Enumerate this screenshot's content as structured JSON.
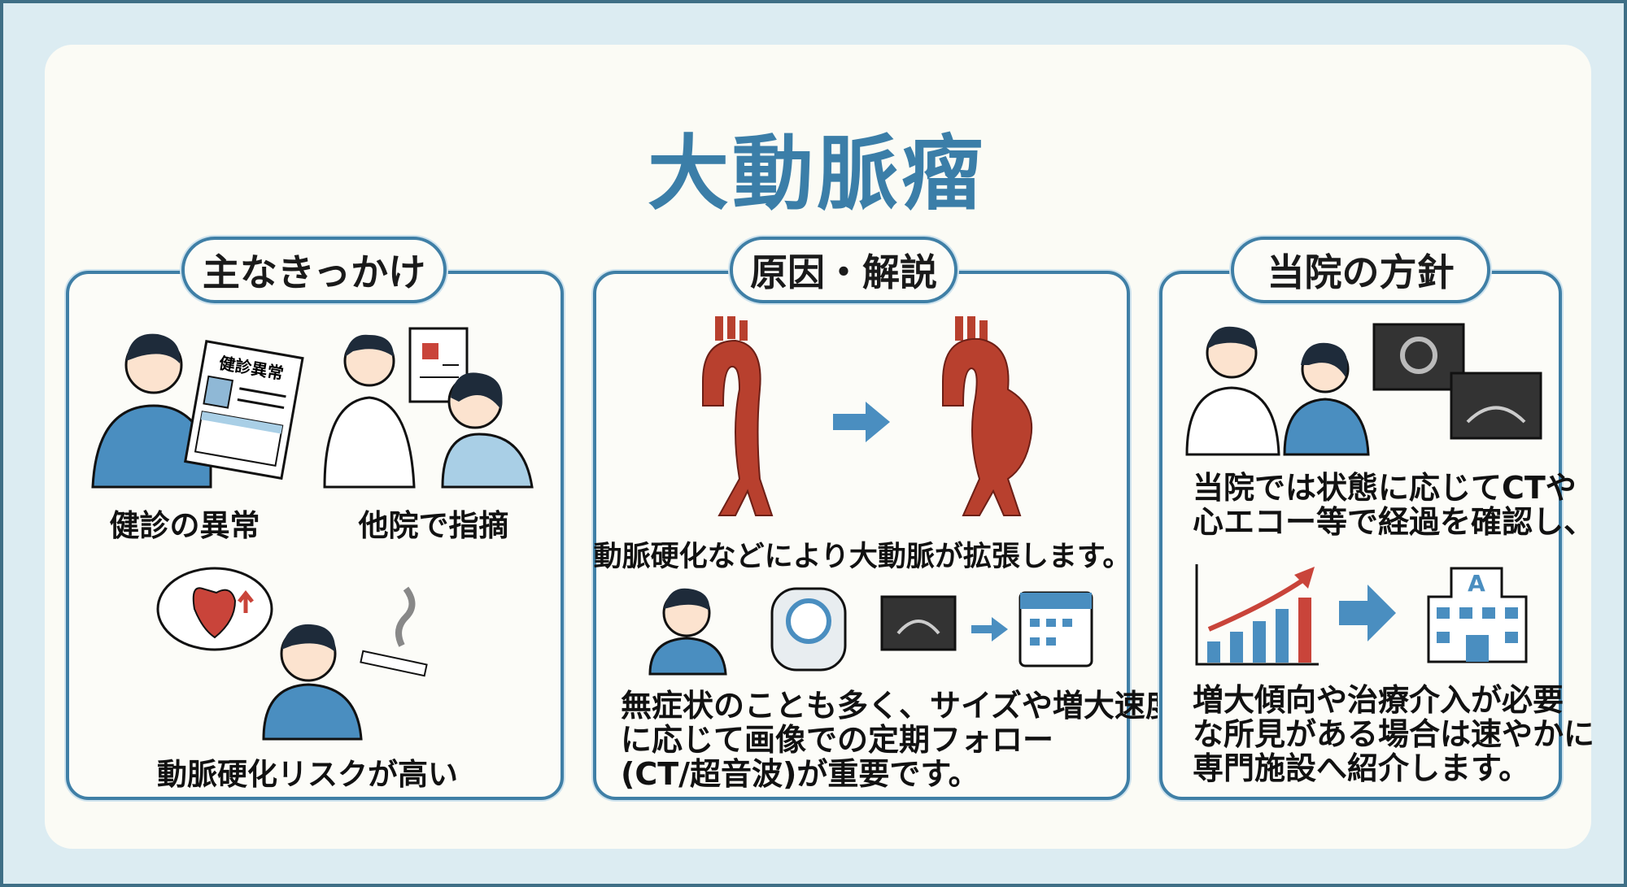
{
  "title": "大動脈瘤",
  "colors": {
    "accent": "#3b7ea8",
    "aorta": "#b8402e",
    "figure_blue": "#4a8ec0"
  },
  "panels": [
    {
      "header": "主なきっかけ",
      "items": [
        "健診の異常",
        "他院で指摘",
        "動脈硬化リスクが高い"
      ],
      "document_label": "健診異常"
    },
    {
      "header": "原因・解説",
      "caption": "動脈硬化などにより大動脈が拡張します。",
      "lines": [
        "無症状のことも多く、サイズや増大速度",
        "に応じて画像での定期フォロー",
        "(CT/超音波)が重要です。"
      ]
    },
    {
      "header": "当院の方針",
      "lines_top": [
        "当院では状態に応じてCTや",
        "心エコー等で経過を確認し、"
      ],
      "lines_bottom": [
        "増大傾向や治療介入が必要",
        "な所見がある場合は速やかに",
        "専門施設へ紹介します。"
      ],
      "hospital_label": "A"
    }
  ]
}
